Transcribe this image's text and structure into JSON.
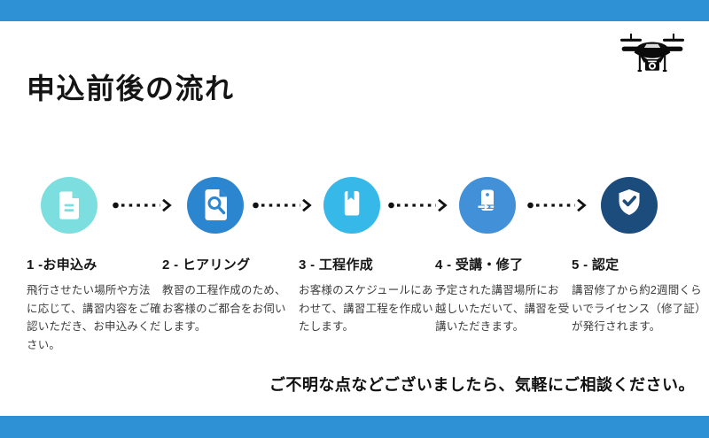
{
  "page": {
    "title": "申込前後の流れ",
    "accent_color": "#2E91D6"
  },
  "header": {
    "logo_icon": "drone-icon"
  },
  "steps": [
    {
      "label": "1 -お申込み",
      "description": "飛行させたい場所や方法に応じて、講習内容をご確認いただき、お申込みください。",
      "icon": "document-icon",
      "circle_color": "#7CDEDE"
    },
    {
      "label": "2 - ヒアリング",
      "description": "教習の工程作成のため、お客様のご都合をお伺いします。",
      "icon": "document-search-icon",
      "circle_color": "#2C86CF"
    },
    {
      "label": "3 - 工程作成",
      "description": "お客様のスケジュールにあわせて、講習工程を作成いたします。",
      "icon": "book-bookmark-icon",
      "circle_color": "#36B8E9"
    },
    {
      "label": "4 - 受講・修了",
      "description": "予定された講習場所にお越しいただいて、講習を受講いただきます。",
      "icon": "device-arrow-icon",
      "circle_color": "#4190D8"
    },
    {
      "label": "5 - 認定",
      "description": "講習修了から約2週間くらいでライセンス（修了証）が発行されます。",
      "icon": "shield-check-icon",
      "circle_color": "#1C4C7C"
    }
  ],
  "footer": {
    "note": "ご不明な点などございましたら、気軽にご相談ください。"
  }
}
